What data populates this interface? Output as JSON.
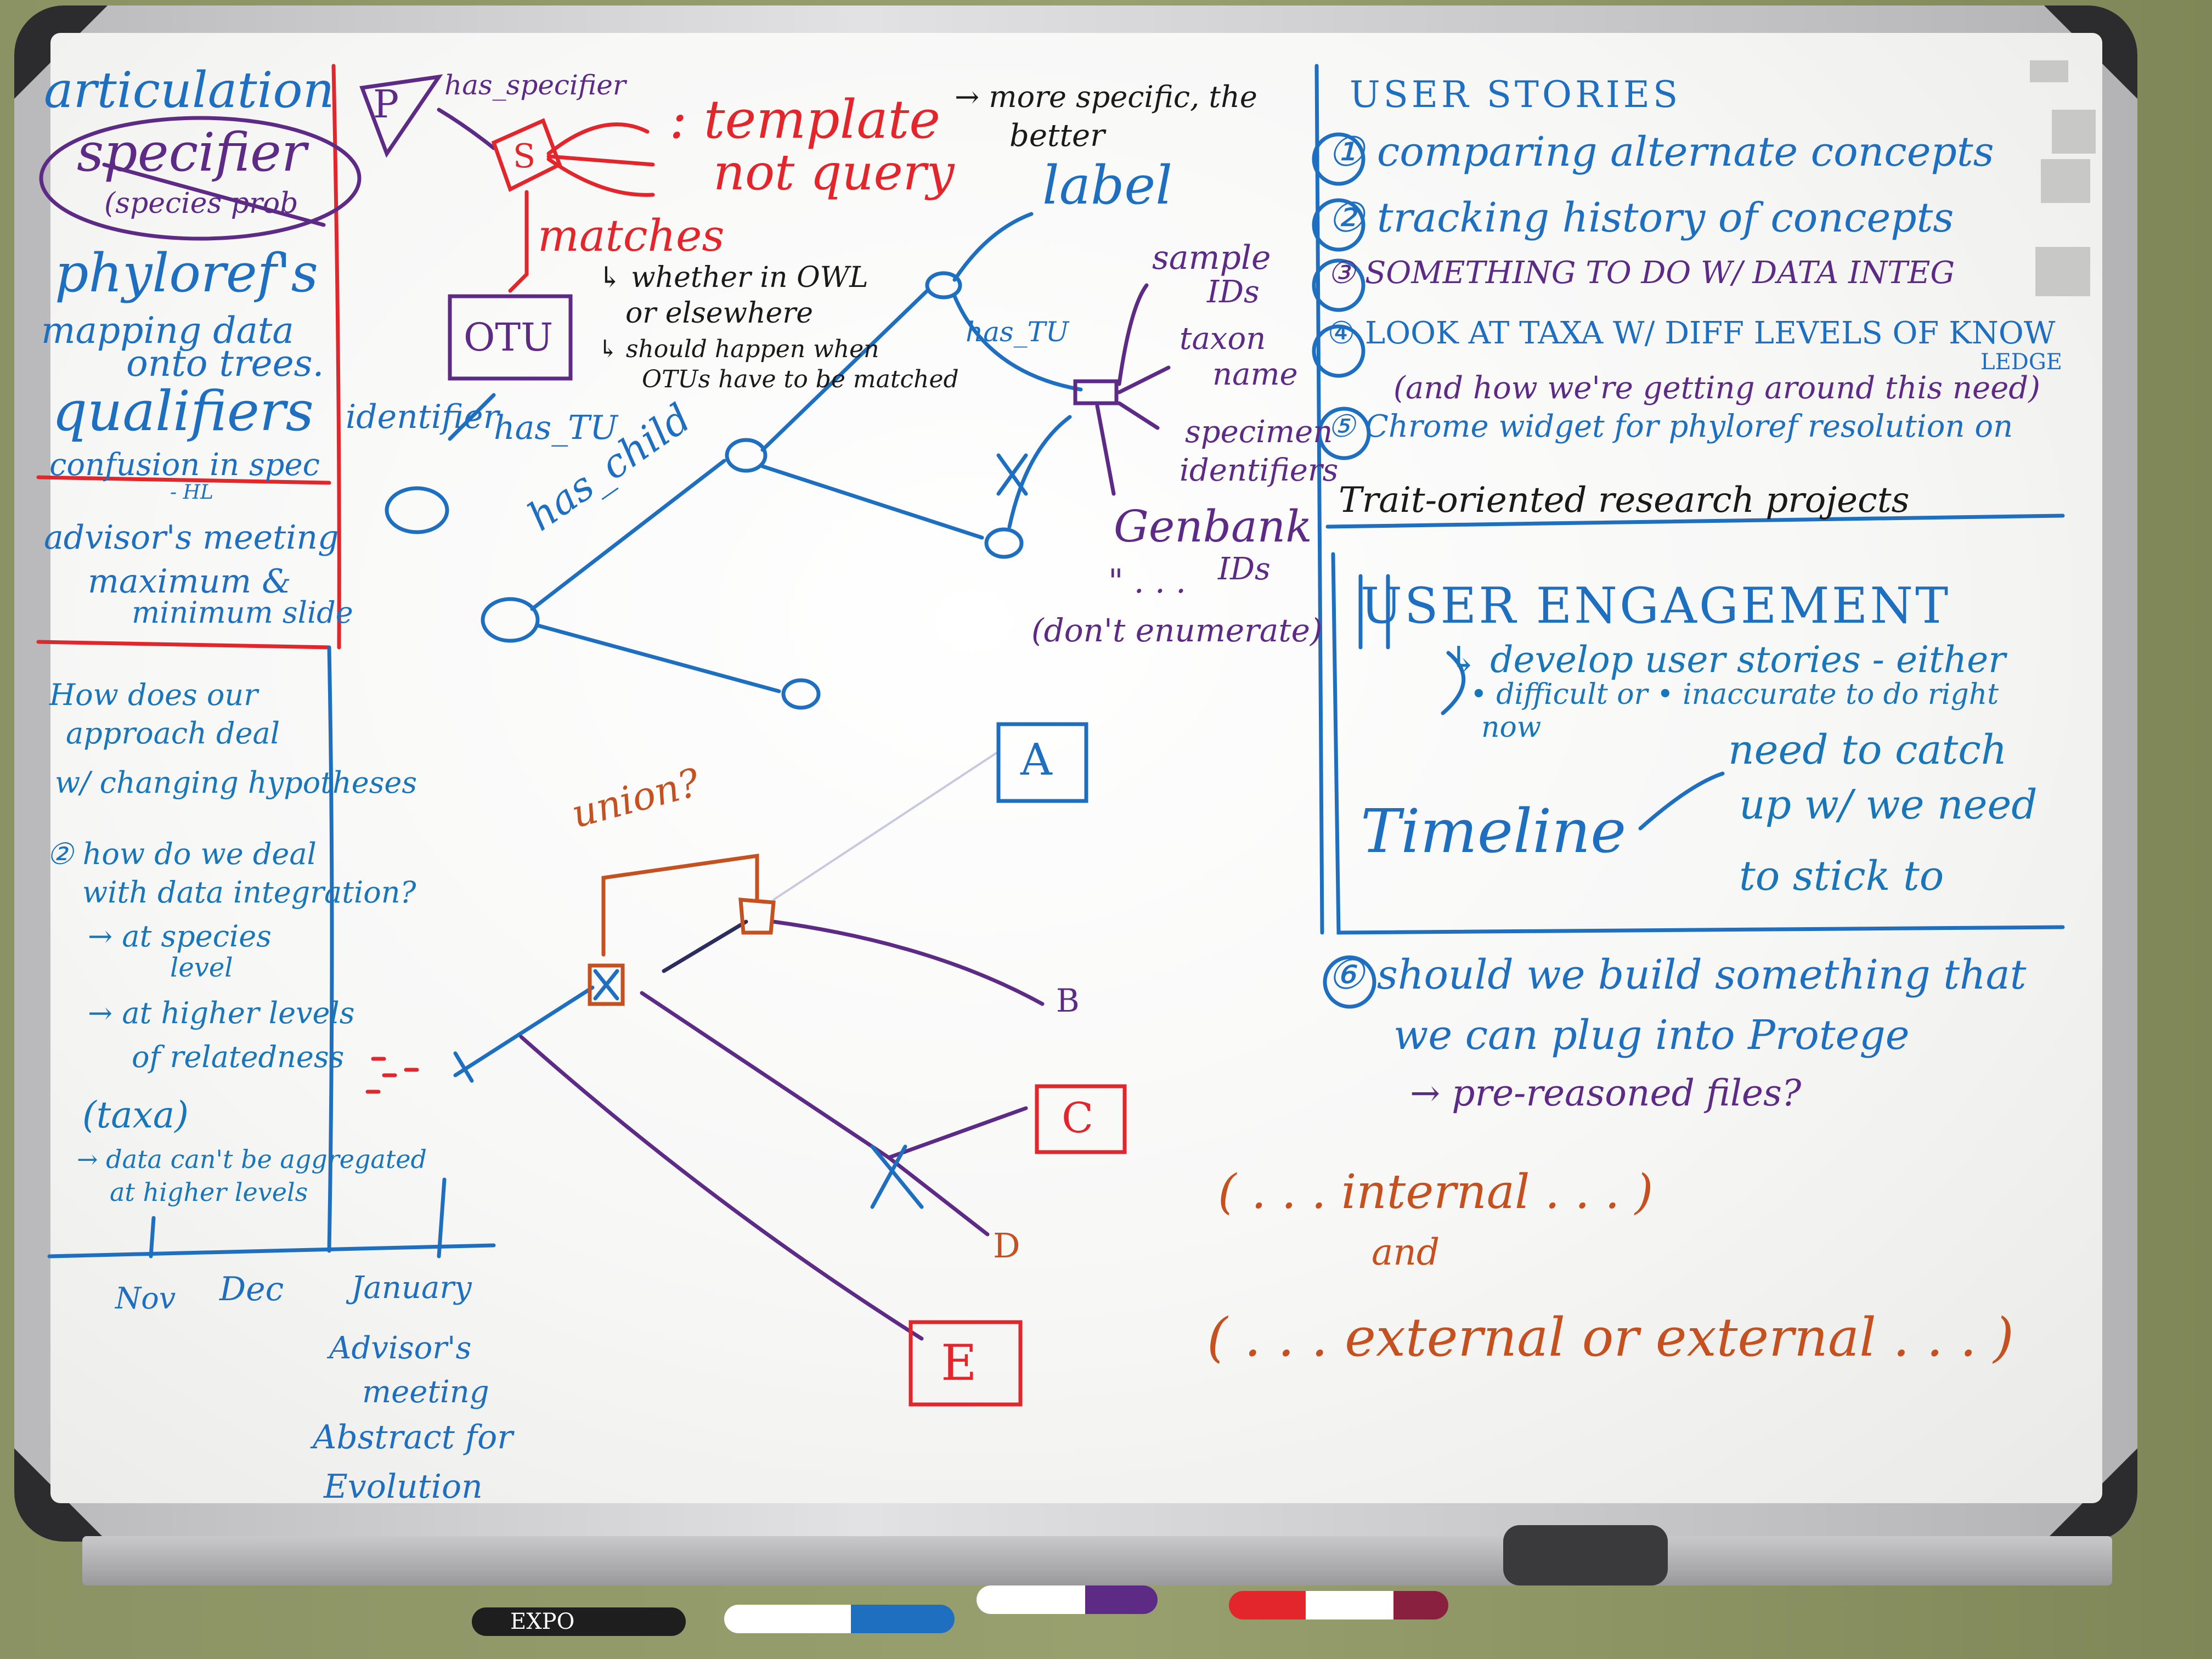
{
  "left_column": {
    "articulation": "articulation",
    "specifier": "specifier",
    "species_prob": "(species prob",
    "phyloref": "phyloref's",
    "mapping_data": "mapping data",
    "onto_trees": "onto trees.",
    "qualifiers": "qualifiers",
    "confusion": "confusion in spec",
    "hl": "- HL",
    "advisors_meeting": "advisor's meeting",
    "maximum": "maximum &",
    "minimum": "minimum slide",
    "q1_line1": "How does our",
    "q1_line2": "approach deal",
    "q1_line3": "w/ changing hypotheses",
    "q2_line1": "② how do we deal",
    "q2_line2": "with data integration?",
    "q2_line3": "→ at species",
    "q2_line4": "level",
    "q2_line5": "→ at higher levels",
    "q2_line6": "of relatedness",
    "q2_line7": "(taxa)",
    "q2_line8": "→ data can't be aggregated",
    "q2_line9": "at higher levels"
  },
  "timeline": {
    "nov": "Nov",
    "dec": "Dec",
    "january": "January",
    "advisors": "Advisor's",
    "meeting": "meeting",
    "abstract": "Abstract for",
    "evolution": "Evolution"
  },
  "diagram_top": {
    "p": "P",
    "has_specifier": "has_specifier",
    "s": "S",
    "template": ": template",
    "not_query": "not query",
    "more_specific": "→ more specific, the",
    "better": "better",
    "matches": "matches",
    "otu": "OTU",
    "whether_owl": "↳ whether in OWL",
    "or_elsewhere": "or elsewhere",
    "should_happen": "↳ should happen when",
    "otus_matched": "OTUs have to be matched",
    "identifier": "identifier",
    "has_tu_1": "has_TU",
    "has_tu_2": "has_TU",
    "has_child": "has_child",
    "label": "label",
    "sample_ids": "sample",
    "ids": "IDs",
    "taxon": "taxon",
    "name": "name",
    "specimen": "specimen",
    "identifiers": "identifiers",
    "genbank": "Genbank",
    "genbank_ids": "IDs",
    "dots": "\" . . .",
    "dont_enumerate": "(don't enumerate)"
  },
  "diagram_bottom": {
    "union": "union?",
    "a": "A",
    "b": "B",
    "c": "C",
    "d": "D",
    "e": "E"
  },
  "user_stories": {
    "title": "USER STORIES",
    "s1": "① comparing alternate concepts",
    "s2": "② tracking history of concepts",
    "s3": "③ SOMETHING TO DO W/ DATA INTEG",
    "s4": "④ LOOK AT TAXA W/ DIFF LEVELS OF KNOW",
    "s4b": "LEDGE",
    "s4c": "(and how we're getting around this need)",
    "s5": "⑤ Chrome widget for phyloref resolution on",
    "trait": "Trait-oriented research projects",
    "engagement": "USER ENGAGEMENT",
    "develop": "↳ develop user stories - either",
    "difficult": "• difficult or • inaccurate to do right",
    "now": "now",
    "timeline": "Timeline",
    "need": "need to catch",
    "up": "up w/ we need",
    "stick": "to stick to",
    "s6": "⑥ should we build something that",
    "plug": "we can plug into Protege",
    "prereasoned": "→ pre-reasoned files?"
  },
  "bottom_right": {
    "internal": "( . . . internal . . . )",
    "and": "and",
    "external": "( . . . external or external . . . )"
  },
  "tray": {
    "expo": "EXPO"
  },
  "colors": {
    "blue": "#1f6fc1",
    "red": "#e2262b",
    "purple": "#5d2a86",
    "orange": "#c4511f"
  }
}
